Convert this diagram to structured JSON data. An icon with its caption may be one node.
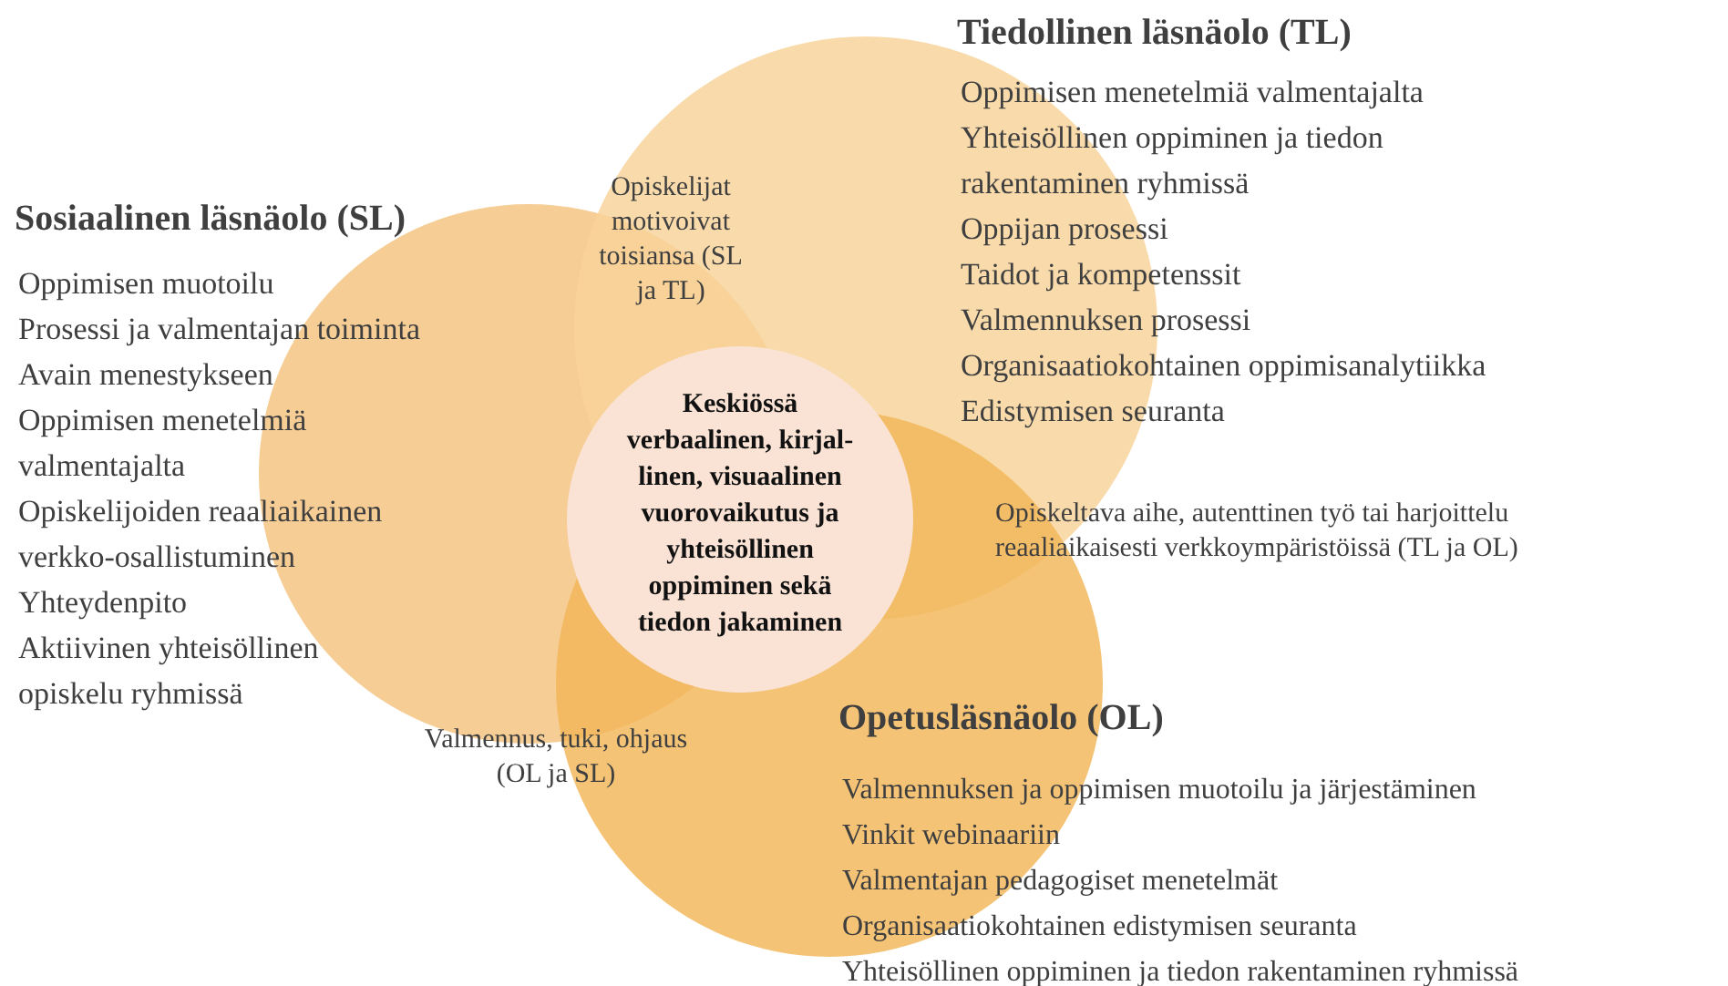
{
  "diagram": {
    "nodes": [
      {
        "text": [
          "Sosiaalinen läsnäolo (SL)",
          "Oppimisen muotoilu",
          "Prosessi ja valmentajan toiminta",
          "Avain menestykseen",
          "Oppimisen menetelmiä valmentajalta",
          "Opiskelijoiden reaaliaikainen verkko-osallistuminen",
          "Yhteydenpito",
          "Aktiivinen yhteisöllinen opiskelu ryhmissä"
        ]
      },
      {
        "text": [
          "Tiedollinen läsnäolo (TL)",
          "Oppimisen menetelmiä valmentajalta",
          "Yhteisöllinen oppiminen ja tiedon rakentaminen ryhmissä",
          "Oppijan prosessi",
          "Taidot ja kompetenssit",
          "Valmennuksen prosessi",
          "Organisaatiokohtainen oppimisanalytiikka",
          "Edistymisen seuranta"
        ]
      },
      {
        "text": [
          "Opetusläsnäolo (OL)",
          "Valmennuksen ja oppimisen muotoilu ja järjestäminen",
          "Vinkit webinaariin",
          "Valmentajan pedagogiset menetelmät",
          "Organisaatiokohtainen edistymisen seuranta",
          "Yhteisöllinen oppiminen ja tiedon rakentaminen ryhmissä"
        ]
      },
      {
        "text": [
          "Keskiössä verbaalinen, kirjal-linen, visuaalinen vuorovaikutus ja yhteisöllinen oppiminen sekä tiedon jakaminen"
        ]
      }
    ],
    "edges": [],
    "labels": [
      "Opiskelijat motivoivat toisiansa (SL ja TL)",
      "Opiskeltava aihe, autenttinen työ tai harjoittelu reaaliaikaisesti verkkoympäristöissä (TL ja OL)",
      "Valmennus, tuki, ohjaus (OL ja SL)"
    ]
  }
}
